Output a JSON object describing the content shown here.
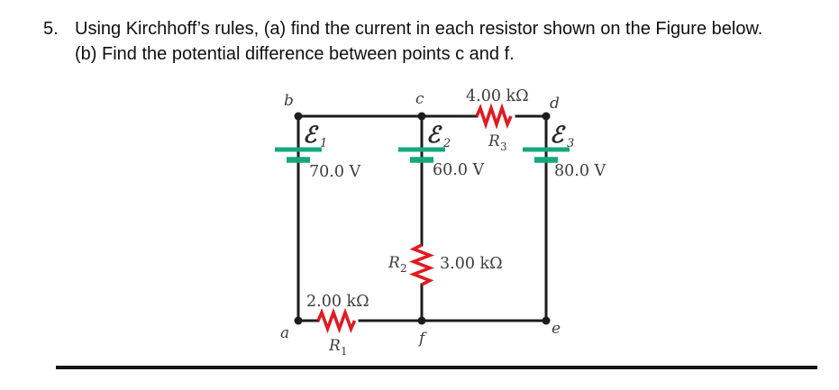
{
  "problem": {
    "number": "5.",
    "line1": "Using Kirchhoff’s rules, (a) find the current in each resistor shown on the Figure below.",
    "line2": "(b) Find the potential difference between points c and f."
  },
  "colors": {
    "wire": "#1c1c1c",
    "resistor": "#e01b22",
    "battery": "#14a87a",
    "label_text": "#3d3d3d"
  },
  "circuit": {
    "nodes": {
      "a": "a",
      "b": "b",
      "c": "c",
      "d": "d",
      "e": "e",
      "f": "f"
    },
    "batteries": [
      {
        "symbol": "ℰ",
        "sub": "1",
        "voltage": "70.0 V"
      },
      {
        "symbol": "ℰ",
        "sub": "2",
        "voltage": "60.0 V"
      },
      {
        "symbol": "ℰ",
        "sub": "3",
        "voltage": "80.0 V"
      }
    ],
    "resistors": [
      {
        "symbol": "R",
        "sub": "1",
        "value": "2.00 kΩ"
      },
      {
        "symbol": "R",
        "sub": "2",
        "value": "3.00 kΩ"
      },
      {
        "symbol": "R",
        "sub": "3",
        "value": "4.00 kΩ"
      }
    ]
  }
}
